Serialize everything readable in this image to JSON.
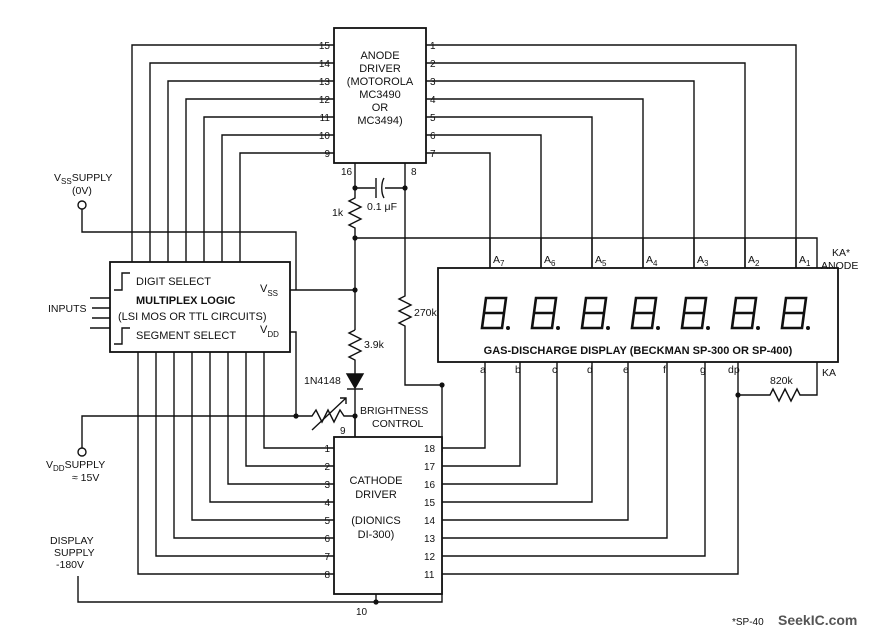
{
  "anode_driver": {
    "line1": "ANODE",
    "line2": "DRIVER",
    "line3": "(MOTOROLA",
    "line4": "MC3490",
    "line5": "OR",
    "line6": "MC3494)",
    "left_pins": [
      "15",
      "14",
      "13",
      "12",
      "11",
      "10",
      "9"
    ],
    "right_pins": [
      "1",
      "2",
      "3",
      "4",
      "5",
      "6",
      "7"
    ],
    "bottom_pin_left": "16",
    "bottom_pin_right": "8"
  },
  "cathode_driver": {
    "line1": "CATHODE",
    "line2": "DRIVER",
    "line3": "(DIONICS",
    "line4": "DI-300)",
    "left_pins": [
      "1",
      "2",
      "3",
      "4",
      "5",
      "6",
      "7",
      "8"
    ],
    "right_pins": [
      "18",
      "17",
      "16",
      "15",
      "14",
      "13",
      "12",
      "11"
    ],
    "pin_9": "9",
    "pin_10": "10"
  },
  "multiplex_logic": {
    "digit_select": "DIGIT SELECT",
    "title": "MULTIPLEX LOGIC",
    "subtitle": "(LSI MOS OR TTL CIRCUITS)",
    "segment_select": "SEGMENT SELECT",
    "vss": "V",
    "vss_sub": "SS",
    "vdd": "V",
    "vdd_sub": "DD"
  },
  "inputs_label": "INPUTS",
  "vss_supply": {
    "prefix": "V",
    "sub": "SS",
    "text": "SUPPLY",
    "value": "(0V)"
  },
  "vdd_supply": {
    "prefix": "V",
    "sub": "DD",
    "text": "SUPPLY",
    "value": "≈ 15V"
  },
  "display_supply": {
    "line1": "DISPLAY",
    "line2": "SUPPLY",
    "line3": "-180V"
  },
  "components": {
    "capacitor": "0.1 μF",
    "r1k": "1k",
    "r270k": "270k",
    "r39k": "3.9k",
    "diode": "1N4148",
    "r820k": "820k",
    "brightness1": "BRIGHTNESS",
    "brightness2": "CONTROL"
  },
  "display": {
    "title": "GAS-DISCHARGE DISPLAY (BECKMAN SP-300 OR SP-400)",
    "anodes": [
      {
        "main": "A",
        "sub": "7"
      },
      {
        "main": "A",
        "sub": "6"
      },
      {
        "main": "A",
        "sub": "5"
      },
      {
        "main": "A",
        "sub": "4"
      },
      {
        "main": "A",
        "sub": "3"
      },
      {
        "main": "A",
        "sub": "2"
      },
      {
        "main": "A",
        "sub": "1"
      }
    ],
    "ka_anode1": "KA*",
    "ka_anode2": "ANODE",
    "segments": [
      "a",
      "b",
      "c",
      "d",
      "e",
      "f",
      "g",
      "dp"
    ],
    "ka": "KA",
    "digit_count": 7
  },
  "footnote": "*SP-40",
  "watermark": "SeekIC.com"
}
